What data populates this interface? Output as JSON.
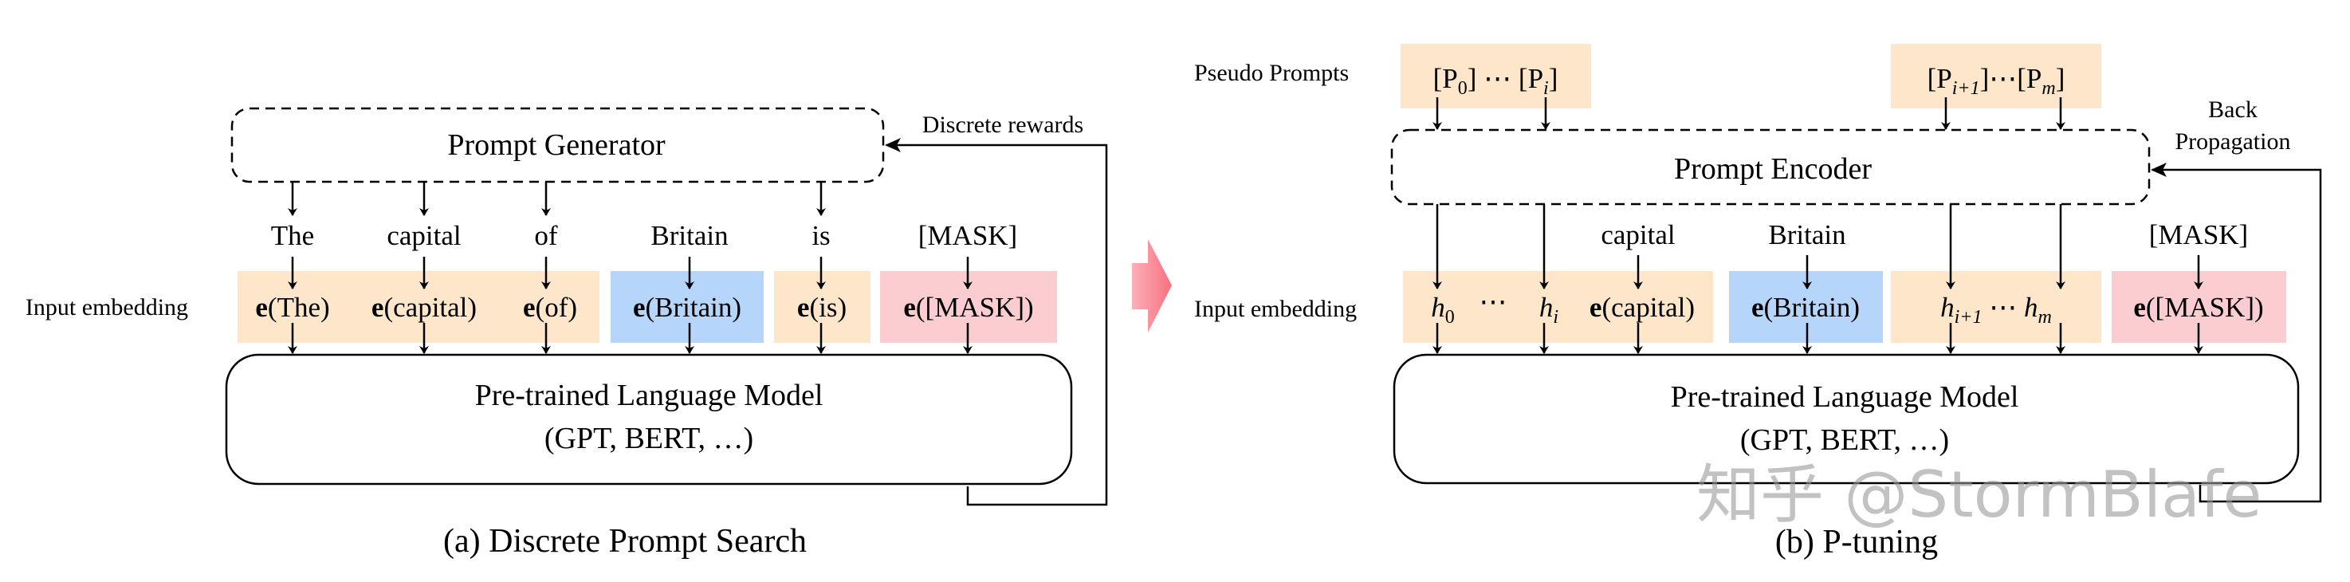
{
  "colors": {
    "prompt_token": "#fde6c9",
    "context_token": "#b5d6fa",
    "mask_token": "#fbcdd0",
    "transition_arrow": "#f8707f"
  },
  "left": {
    "generator": "Prompt Generator",
    "rewards": "Discrete rewards",
    "input_label": "Input embedding",
    "words": [
      "The",
      "capital",
      "of",
      "Britain",
      "is",
      "[MASK]"
    ],
    "embeddings": [
      "The",
      "capital",
      "of",
      "Britain",
      "is",
      "[MASK]"
    ],
    "e": "e",
    "lm_title": "Pre-trained Language Model",
    "lm_sub": "(GPT, BERT, …)",
    "caption": "(a) Discrete Prompt Search"
  },
  "right": {
    "pseudo_label": "Pseudo Prompts",
    "p": "P",
    "dots": "⋯",
    "sub0": "0",
    "subi": "i",
    "subi1": "i+1",
    "subm": "m",
    "h": "h",
    "encoder": "Prompt Encoder",
    "back1": "Back",
    "back2": "Propagation",
    "input_label": "Input embedding",
    "words": [
      "capital",
      "Britain",
      "[MASK]"
    ],
    "e": "e",
    "lm_title": "Pre-trained Language Model",
    "lm_sub": "(GPT, BERT, …)",
    "caption": "(b) P-tuning"
  },
  "watermark": "知乎 @StormBlafe"
}
